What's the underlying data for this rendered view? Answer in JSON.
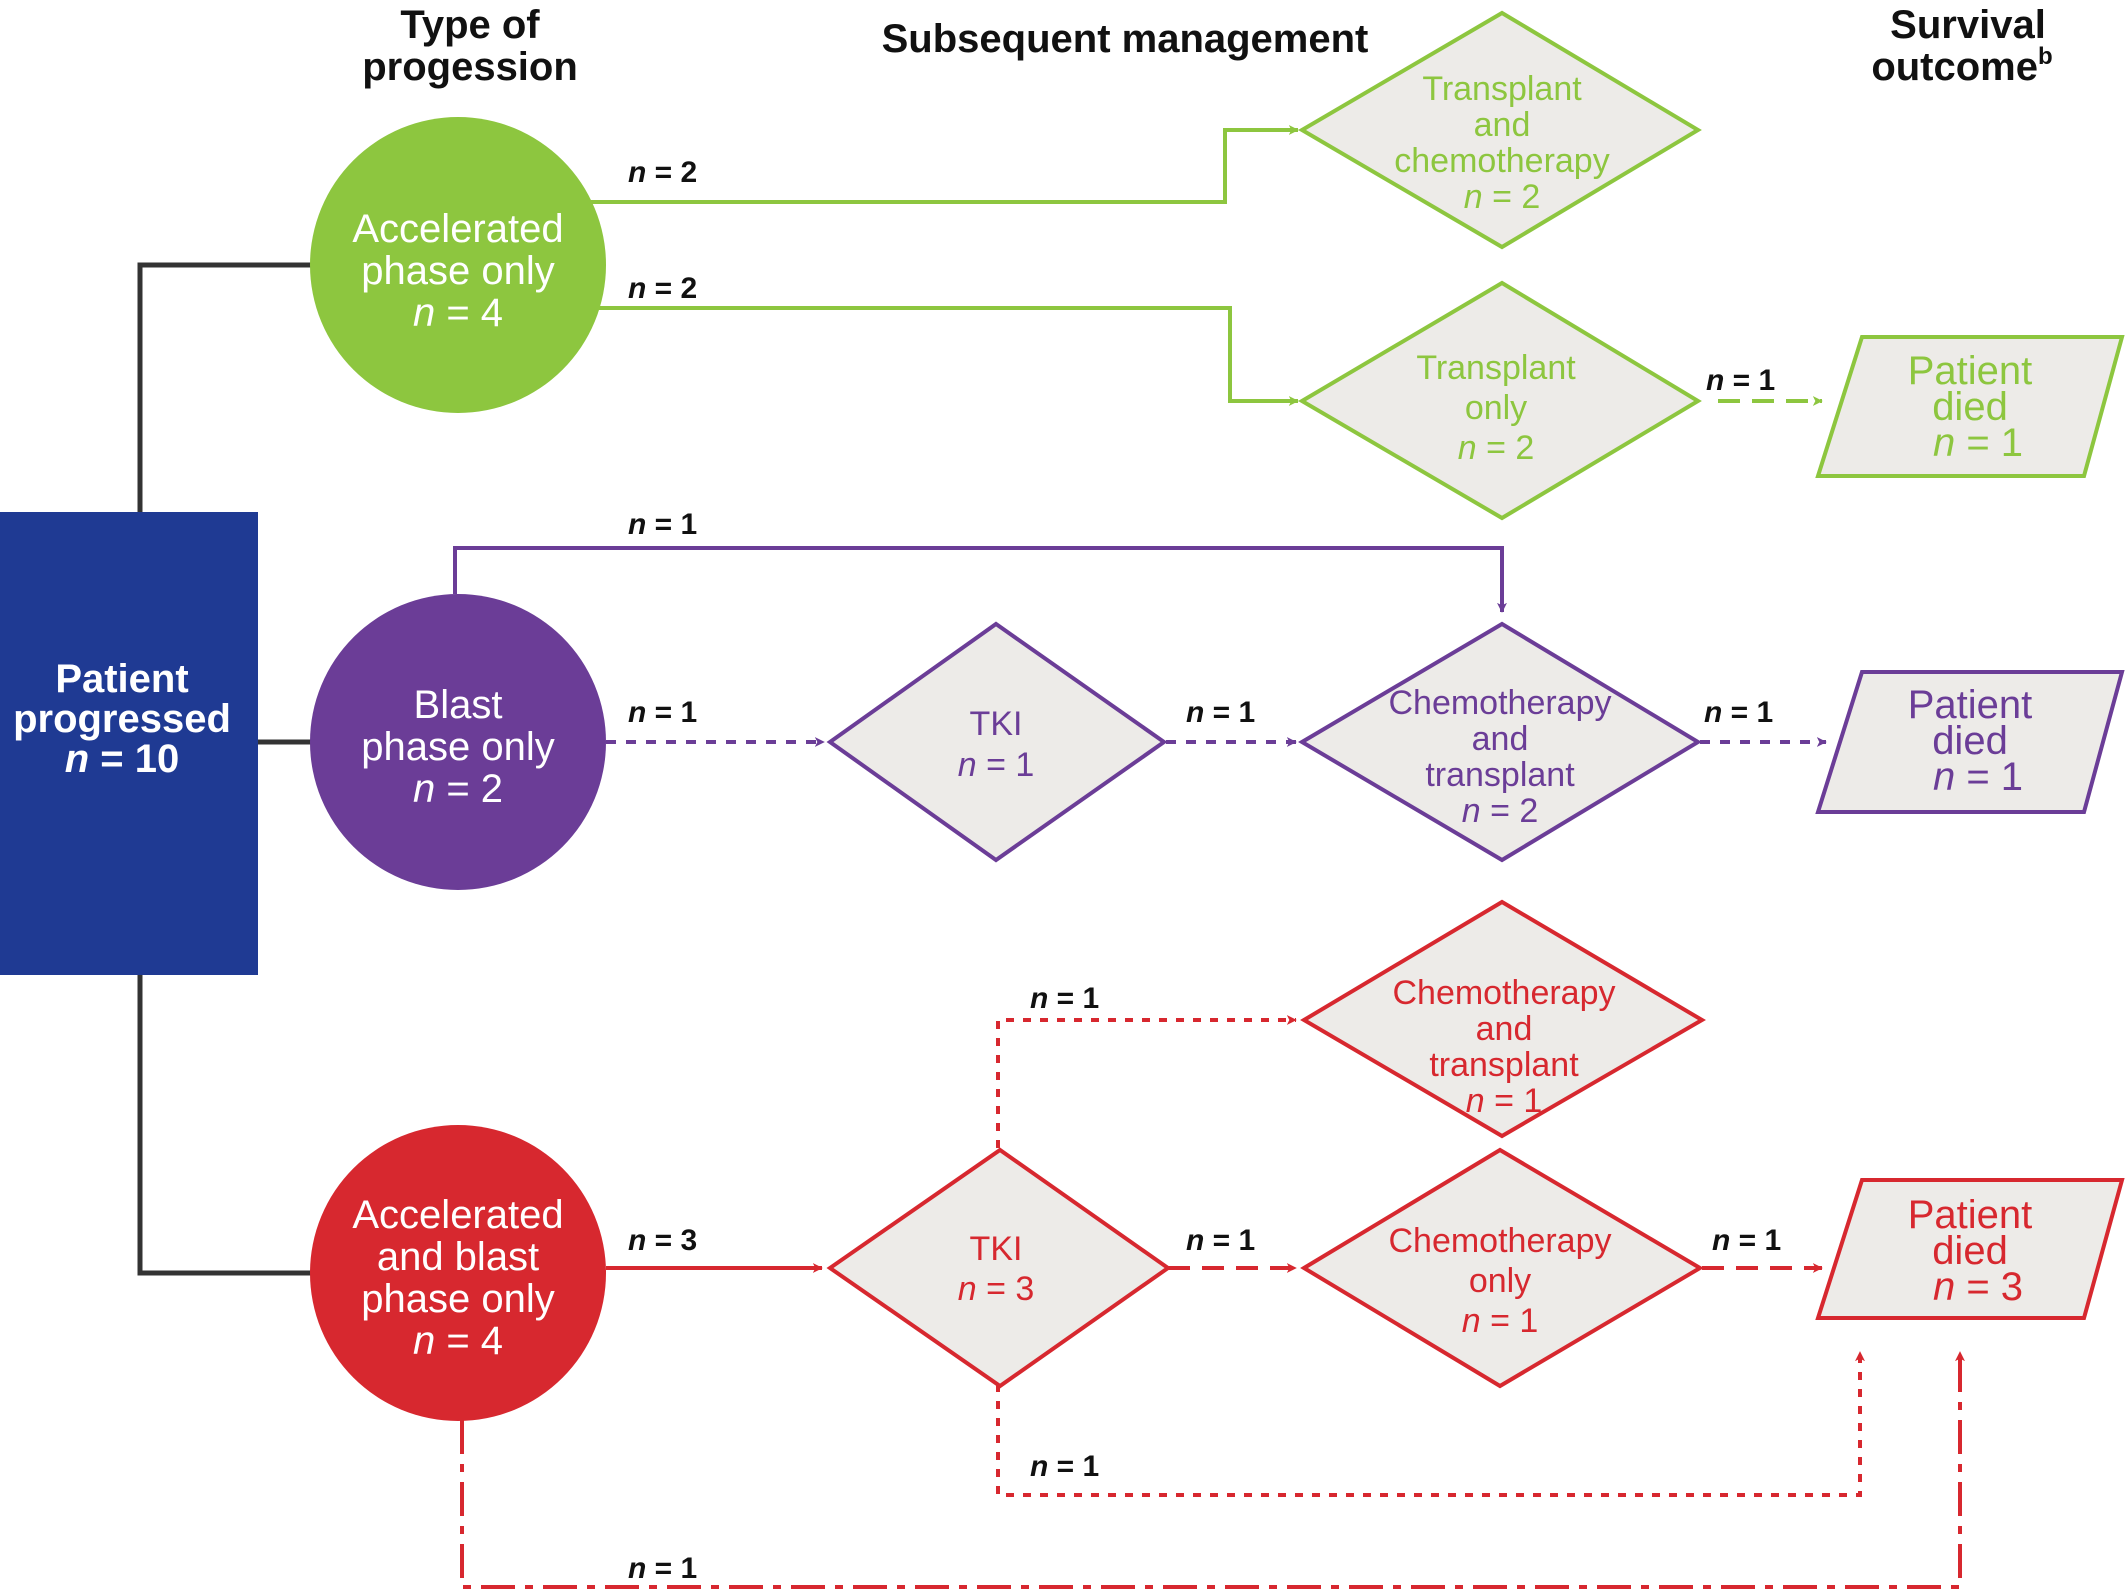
{
  "headers": {
    "type_line1": "Type of",
    "type_line2": "progession",
    "subsequent": "Subsequent management",
    "survival_line1": "Survival",
    "survival_line2": "outcome",
    "survival_sup": "b"
  },
  "root": {
    "line1": "Patient",
    "line2": "progressed",
    "n": "n",
    "n_rest": " = 10"
  },
  "progression": {
    "accelerated": {
      "line1": "Accelerated",
      "line2": "phase only",
      "n": "n",
      "n_rest": " = 4"
    },
    "blast": {
      "line1": "Blast",
      "line2": "phase only",
      "n": "n",
      "n_rest": " = 2"
    },
    "both": {
      "line1": "Accelerated",
      "line2": "and blast",
      "line3": "phase only",
      "n": "n",
      "n_rest": " = 4"
    }
  },
  "management": {
    "g_tc": {
      "line1": "Transplant",
      "line2": "and",
      "line3": "chemotherapy",
      "n": "n",
      "n_rest": " = 2"
    },
    "g_to": {
      "line1": "Transplant",
      "line2": "only",
      "n": "n",
      "n_rest": " = 2"
    },
    "p_tki": {
      "line1": "TKI",
      "n": "n",
      "n_rest": "  =  1"
    },
    "p_ct": {
      "line1": "Chemotherapy",
      "line2": "and",
      "line3": "transplant",
      "n": "n",
      "n_rest": " = 2"
    },
    "r_ct": {
      "line1": "Chemotherapy",
      "line2": "and",
      "line3": "transplant",
      "n": "n",
      "n_rest": " = 1"
    },
    "r_tki": {
      "line1": "TKI",
      "n": "n",
      "n_rest": "  =  3"
    },
    "r_co": {
      "line1": "Chemotherapy",
      "line2": "only",
      "n": "n",
      "n_rest": " = 1"
    }
  },
  "outcomes": {
    "green": {
      "line1": "Patient",
      "line2": "died",
      "n": "n",
      "n_rest": " = 1"
    },
    "purple": {
      "line1": "Patient",
      "line2": "died",
      "n": "n",
      "n_rest": " = 1"
    },
    "red": {
      "line1": "Patient",
      "line2": "died",
      "n": "n",
      "n_rest": " = 3"
    }
  },
  "edge_labels": {
    "g1": {
      "n": "n",
      "rest": " = 2"
    },
    "g2": {
      "n": "n",
      "rest": " = 2"
    },
    "g3": {
      "n": "n",
      "rest": " = 1"
    },
    "p_top": {
      "n": "n",
      "rest": " = 1"
    },
    "p1": {
      "n": "n",
      "rest": " = 1"
    },
    "p2": {
      "n": "n",
      "rest": " = 1"
    },
    "p3": {
      "n": "n",
      "rest": " = 1"
    },
    "r_up": {
      "n": "n",
      "rest": " = 1"
    },
    "r1": {
      "n": "n",
      "rest": "  =  3"
    },
    "r2": {
      "n": "n",
      "rest": " = 1"
    },
    "r3": {
      "n": "n",
      "rest": " = 1"
    },
    "r_bottom1": {
      "n": "n",
      "rest": " = 1"
    },
    "r_bottom2": {
      "n": "n",
      "rest": " = 1"
    }
  },
  "colors": {
    "root": "#1f3a93",
    "green": "#8dc63f",
    "purple": "#6b3d97",
    "red": "#d7282f",
    "shape_fill": "#edebe8",
    "connector": "#333333"
  }
}
